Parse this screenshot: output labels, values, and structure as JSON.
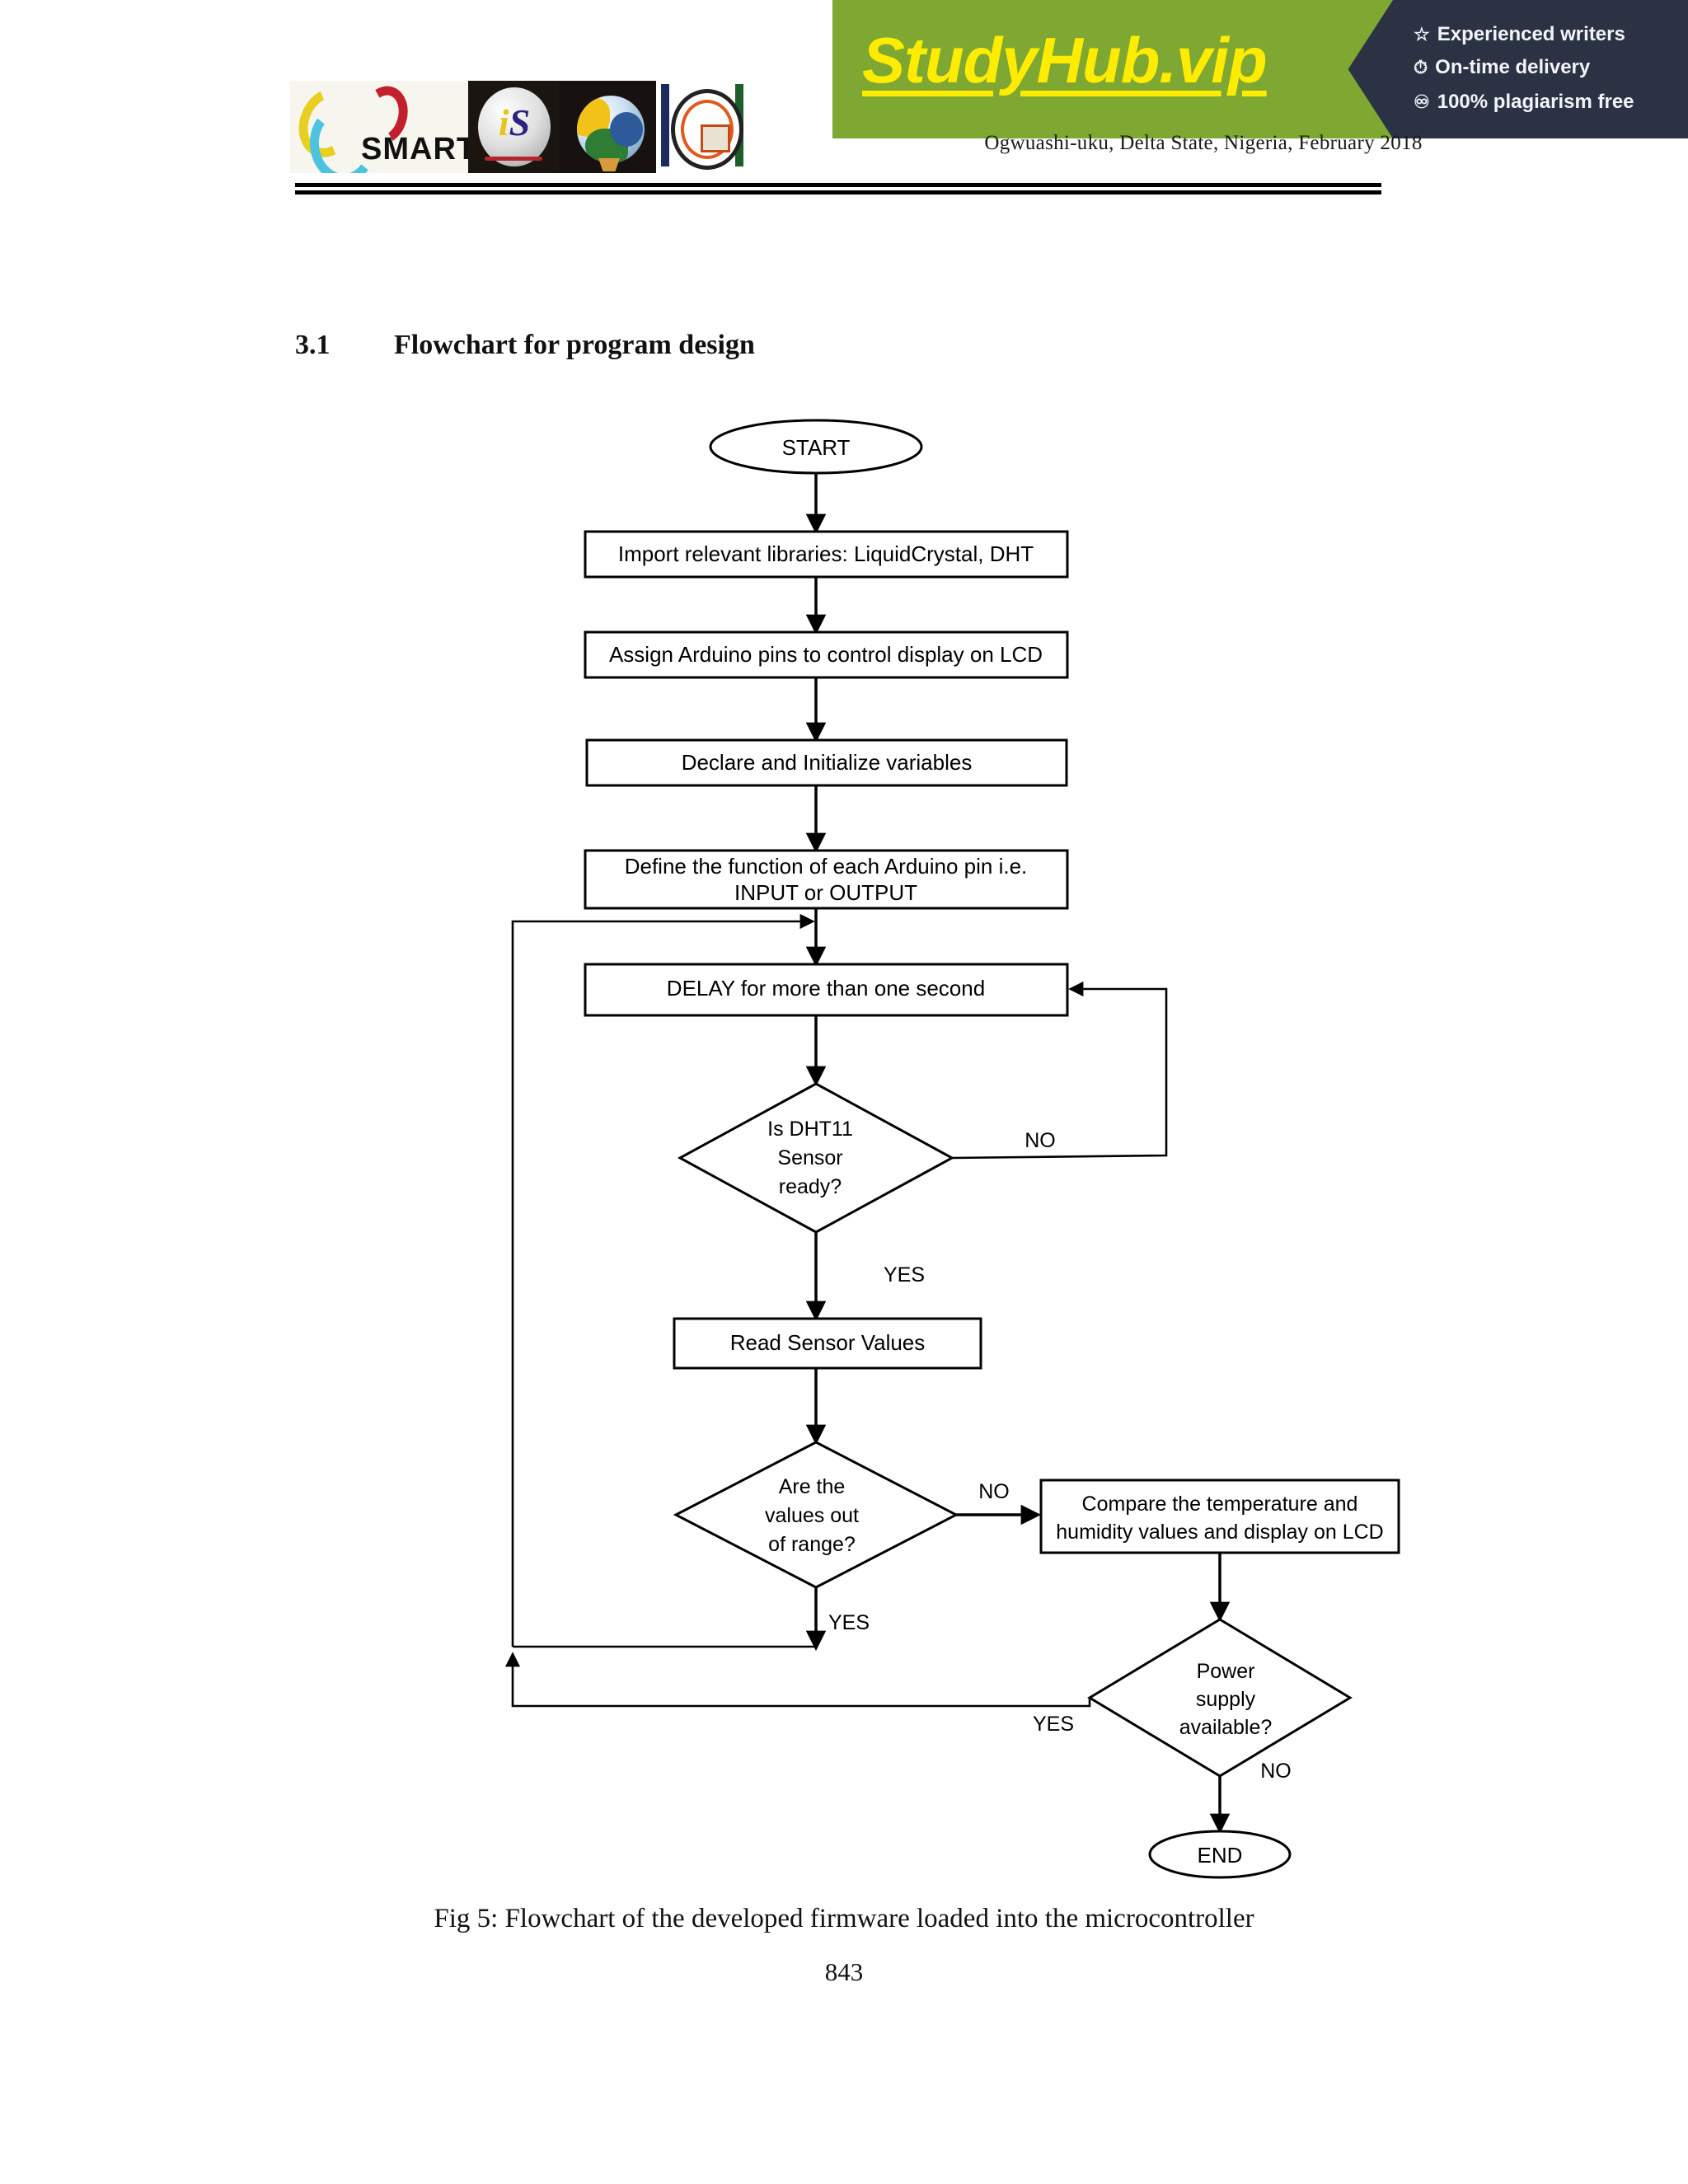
{
  "header": {
    "logos": [
      {
        "name": "smart-logo",
        "wordmark": "SMART"
      },
      {
        "name": "is-logo",
        "wordmark": "iS"
      },
      {
        "name": "globe-people-logo",
        "wordmark": ""
      },
      {
        "name": "delta-state-polytechnic-crest",
        "wordmark": ""
      }
    ],
    "watermark": {
      "brand": "StudyHub.vip",
      "features": [
        {
          "icon": "star-icon",
          "label": "Experienced writers"
        },
        {
          "icon": "clock-icon",
          "label": "On-time delivery"
        },
        {
          "icon": "shield-check-icon",
          "label": "100% plagiarism free"
        }
      ],
      "green": "#7fa832",
      "navy": "#2b3244",
      "yellow": "#ffec00"
    },
    "conference_line": "Ogwuashi-uku, Delta State, Nigeria, February  2018"
  },
  "section": {
    "number": "3.1",
    "title": "Flowchart for program design"
  },
  "chart_data": {
    "type": "diagram",
    "diagram_kind": "flowchart",
    "title": "Flowchart of the developed firmware loaded into the microcontroller",
    "nodes": [
      {
        "id": "start",
        "shape": "terminator",
        "label": "START"
      },
      {
        "id": "import",
        "shape": "process",
        "label": "Import relevant libraries: LiquidCrystal, DHT"
      },
      {
        "id": "assign",
        "shape": "process",
        "label": "Assign Arduino pins to control display on LCD"
      },
      {
        "id": "declare",
        "shape": "process",
        "label": "Declare and Initialize variables"
      },
      {
        "id": "define",
        "shape": "process",
        "label_line1": "Define the function of each Arduino pin i.e.",
        "label_line2": "INPUT or OUTPUT"
      },
      {
        "id": "delay",
        "shape": "process",
        "label": "DELAY for more than one second"
      },
      {
        "id": "dht_ready",
        "shape": "decision",
        "label_line1": "Is DHT11",
        "label_line2": "Sensor",
        "label_line3": "ready?"
      },
      {
        "id": "read",
        "shape": "process",
        "label": "Read Sensor Values"
      },
      {
        "id": "range",
        "shape": "decision",
        "label_line1": "Are the",
        "label_line2": "values out",
        "label_line3": "of range?"
      },
      {
        "id": "compare",
        "shape": "process",
        "label_line1": "Compare the temperature and",
        "label_line2": "humidity values and display on LCD"
      },
      {
        "id": "power",
        "shape": "decision",
        "label_line1": "Power",
        "label_line2": "supply",
        "label_line3": "available?"
      },
      {
        "id": "end",
        "shape": "terminator",
        "label": "END"
      }
    ],
    "edges": [
      {
        "from": "start",
        "to": "import",
        "label": ""
      },
      {
        "from": "import",
        "to": "assign",
        "label": ""
      },
      {
        "from": "assign",
        "to": "declare",
        "label": ""
      },
      {
        "from": "declare",
        "to": "define",
        "label": ""
      },
      {
        "from": "define",
        "to": "delay",
        "label": ""
      },
      {
        "from": "delay",
        "to": "dht_ready",
        "label": ""
      },
      {
        "from": "dht_ready",
        "to": "delay",
        "label": "NO"
      },
      {
        "from": "dht_ready",
        "to": "read",
        "label": "YES"
      },
      {
        "from": "read",
        "to": "range",
        "label": ""
      },
      {
        "from": "range",
        "to": "compare",
        "label": "NO"
      },
      {
        "from": "range",
        "to": "delay",
        "label": "YES"
      },
      {
        "from": "compare",
        "to": "power",
        "label": ""
      },
      {
        "from": "power",
        "to": "delay",
        "label": "YES"
      },
      {
        "from": "power",
        "to": "end",
        "label": "NO"
      }
    ],
    "edge_labels": {
      "dht_no": "NO",
      "dht_yes": "YES",
      "range_no": "NO",
      "range_yes": "YES",
      "power_yes": "YES",
      "power_no": "NO"
    }
  },
  "caption": "Fig 5: Flowchart of the developed firmware loaded into the microcontroller",
  "page_number": "843"
}
